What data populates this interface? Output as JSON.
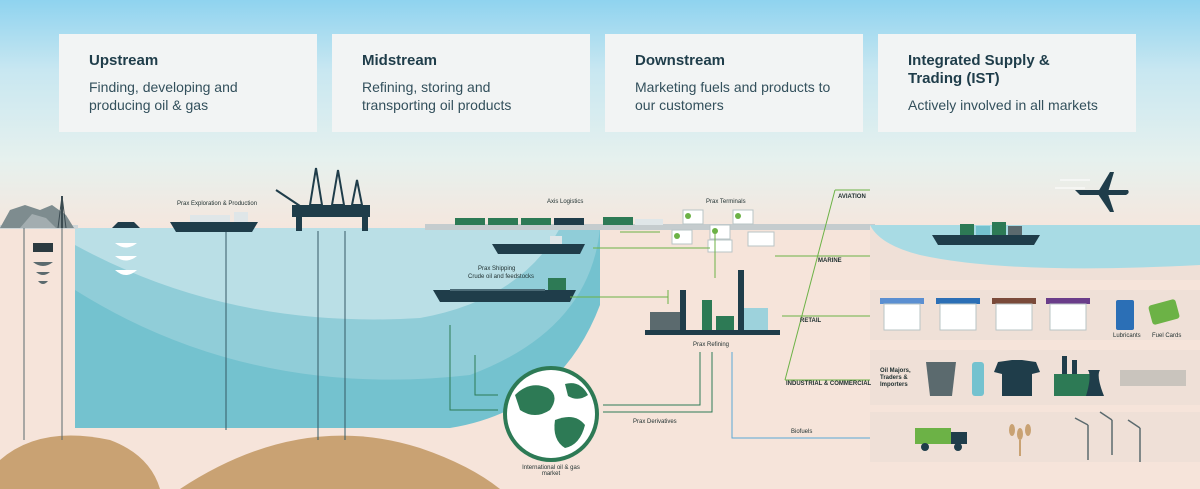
{
  "cards": [
    {
      "title": "Upstream",
      "desc": "Finding, developing and producing oil & gas"
    },
    {
      "title": "Midstream",
      "desc": "Refining, storing and transporting oil products"
    },
    {
      "title": "Downstream",
      "desc": "Marketing fuels and products to our customers"
    },
    {
      "title": "Integrated Supply & Trading (IST)",
      "desc": "Actively involved in all markets"
    }
  ],
  "labels": {
    "exploration": "Prax Exploration & Production",
    "logistics": "Axis Logistics",
    "terminals": "Prax Terminals",
    "shipping": "Prax Shipping",
    "crude": "Crude oil and feedstocks",
    "refining": "Prax Refining",
    "derivatives": "Prax Derivatives",
    "market": "International oil & gas market",
    "biofuels": "Biofuels",
    "aviation": "AVIATION",
    "marine": "MARINE",
    "retail": "RETAIL",
    "industrial": "INDUSTRIAL & COMMERCIAL",
    "oil_majors": "Oil Majors, Traders & Importers",
    "lubricants": "Lubricants",
    "fuel_cards": "Fuel Cards"
  },
  "colors": {
    "teal": "#6fc0cf",
    "green": "#6cb246",
    "dark_green": "#2d7a55",
    "navy": "#1f3d4a",
    "sand": "#c9a273",
    "blue_line": "#5aa9d6"
  }
}
